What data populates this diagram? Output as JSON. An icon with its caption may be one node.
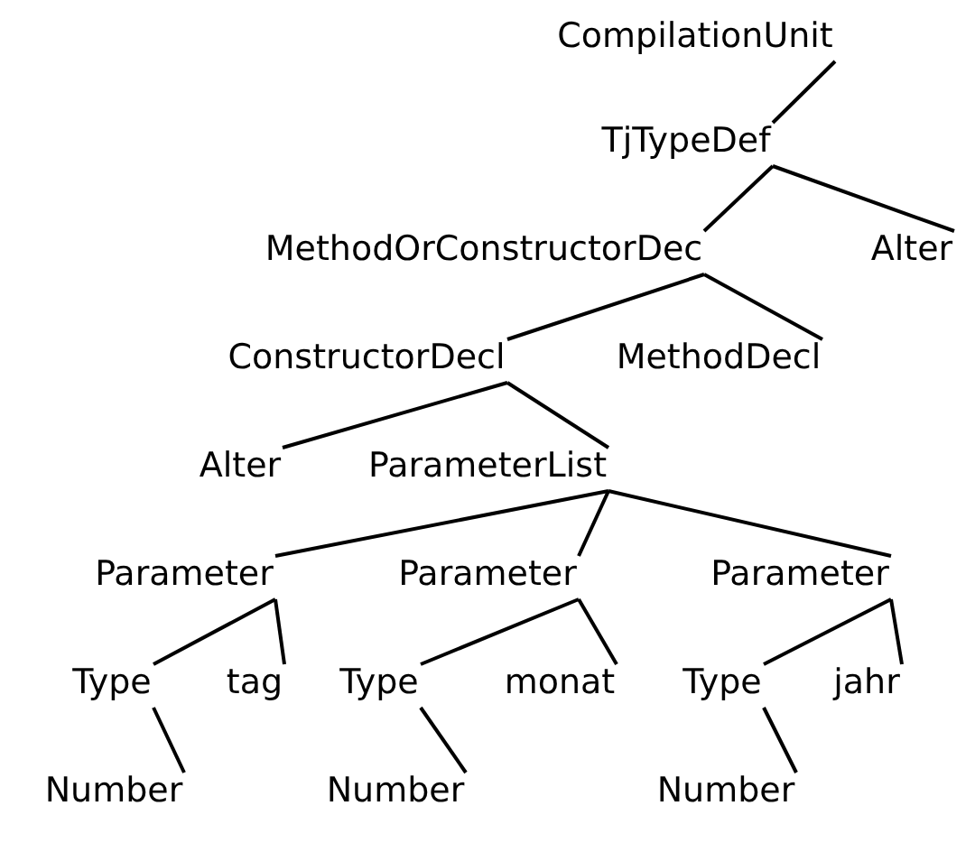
{
  "diagram": {
    "nodes": [
      {
        "text": [
          "CompilationUnit"
        ]
      },
      {
        "text": [
          "TjTypeDef"
        ]
      },
      {
        "text": [
          "MethodOrConstructorDec"
        ]
      },
      {
        "text": [
          "Alter"
        ]
      },
      {
        "text": [
          "ConstructorDecl"
        ]
      },
      {
        "text": [
          "MethodDecl"
        ]
      },
      {
        "text": [
          "Alter"
        ]
      },
      {
        "text": [
          "ParameterList"
        ]
      },
      {
        "text": [
          "Parameter"
        ]
      },
      {
        "text": [
          "Parameter"
        ]
      },
      {
        "text": [
          "Parameter"
        ]
      },
      {
        "text": [
          "Type"
        ]
      },
      {
        "text": [
          "tag"
        ]
      },
      {
        "text": [
          "Type"
        ]
      },
      {
        "text": [
          "monat"
        ]
      },
      {
        "text": [
          "Type"
        ]
      },
      {
        "text": [
          "jahr"
        ]
      },
      {
        "text": [
          "Number"
        ]
      },
      {
        "text": [
          "Number"
        ]
      },
      {
        "text": [
          "Number"
        ]
      }
    ],
    "edges": [
      {
        "from": 0,
        "to": 1,
        "arrow": "none"
      },
      {
        "from": 1,
        "to": 2,
        "arrow": "none"
      },
      {
        "from": 1,
        "to": 3,
        "arrow": "none"
      },
      {
        "from": 2,
        "to": 4,
        "arrow": "none"
      },
      {
        "from": 2,
        "to": 5,
        "arrow": "none"
      },
      {
        "from": 4,
        "to": 6,
        "arrow": "none"
      },
      {
        "from": 4,
        "to": 7,
        "arrow": "none"
      },
      {
        "from": 7,
        "to": 8,
        "arrow": "none"
      },
      {
        "from": 7,
        "to": 9,
        "arrow": "none"
      },
      {
        "from": 7,
        "to": 10,
        "arrow": "none"
      },
      {
        "from": 8,
        "to": 11,
        "arrow": "none"
      },
      {
        "from": 8,
        "to": 12,
        "arrow": "none"
      },
      {
        "from": 9,
        "to": 13,
        "arrow": "none"
      },
      {
        "from": 9,
        "to": 14,
        "arrow": "none"
      },
      {
        "from": 10,
        "to": 15,
        "arrow": "none"
      },
      {
        "from": 10,
        "to": 16,
        "arrow": "none"
      },
      {
        "from": 11,
        "to": 17,
        "arrow": "none"
      },
      {
        "from": 13,
        "to": 18,
        "arrow": "none"
      },
      {
        "from": 15,
        "to": 19,
        "arrow": "none"
      }
    ]
  }
}
